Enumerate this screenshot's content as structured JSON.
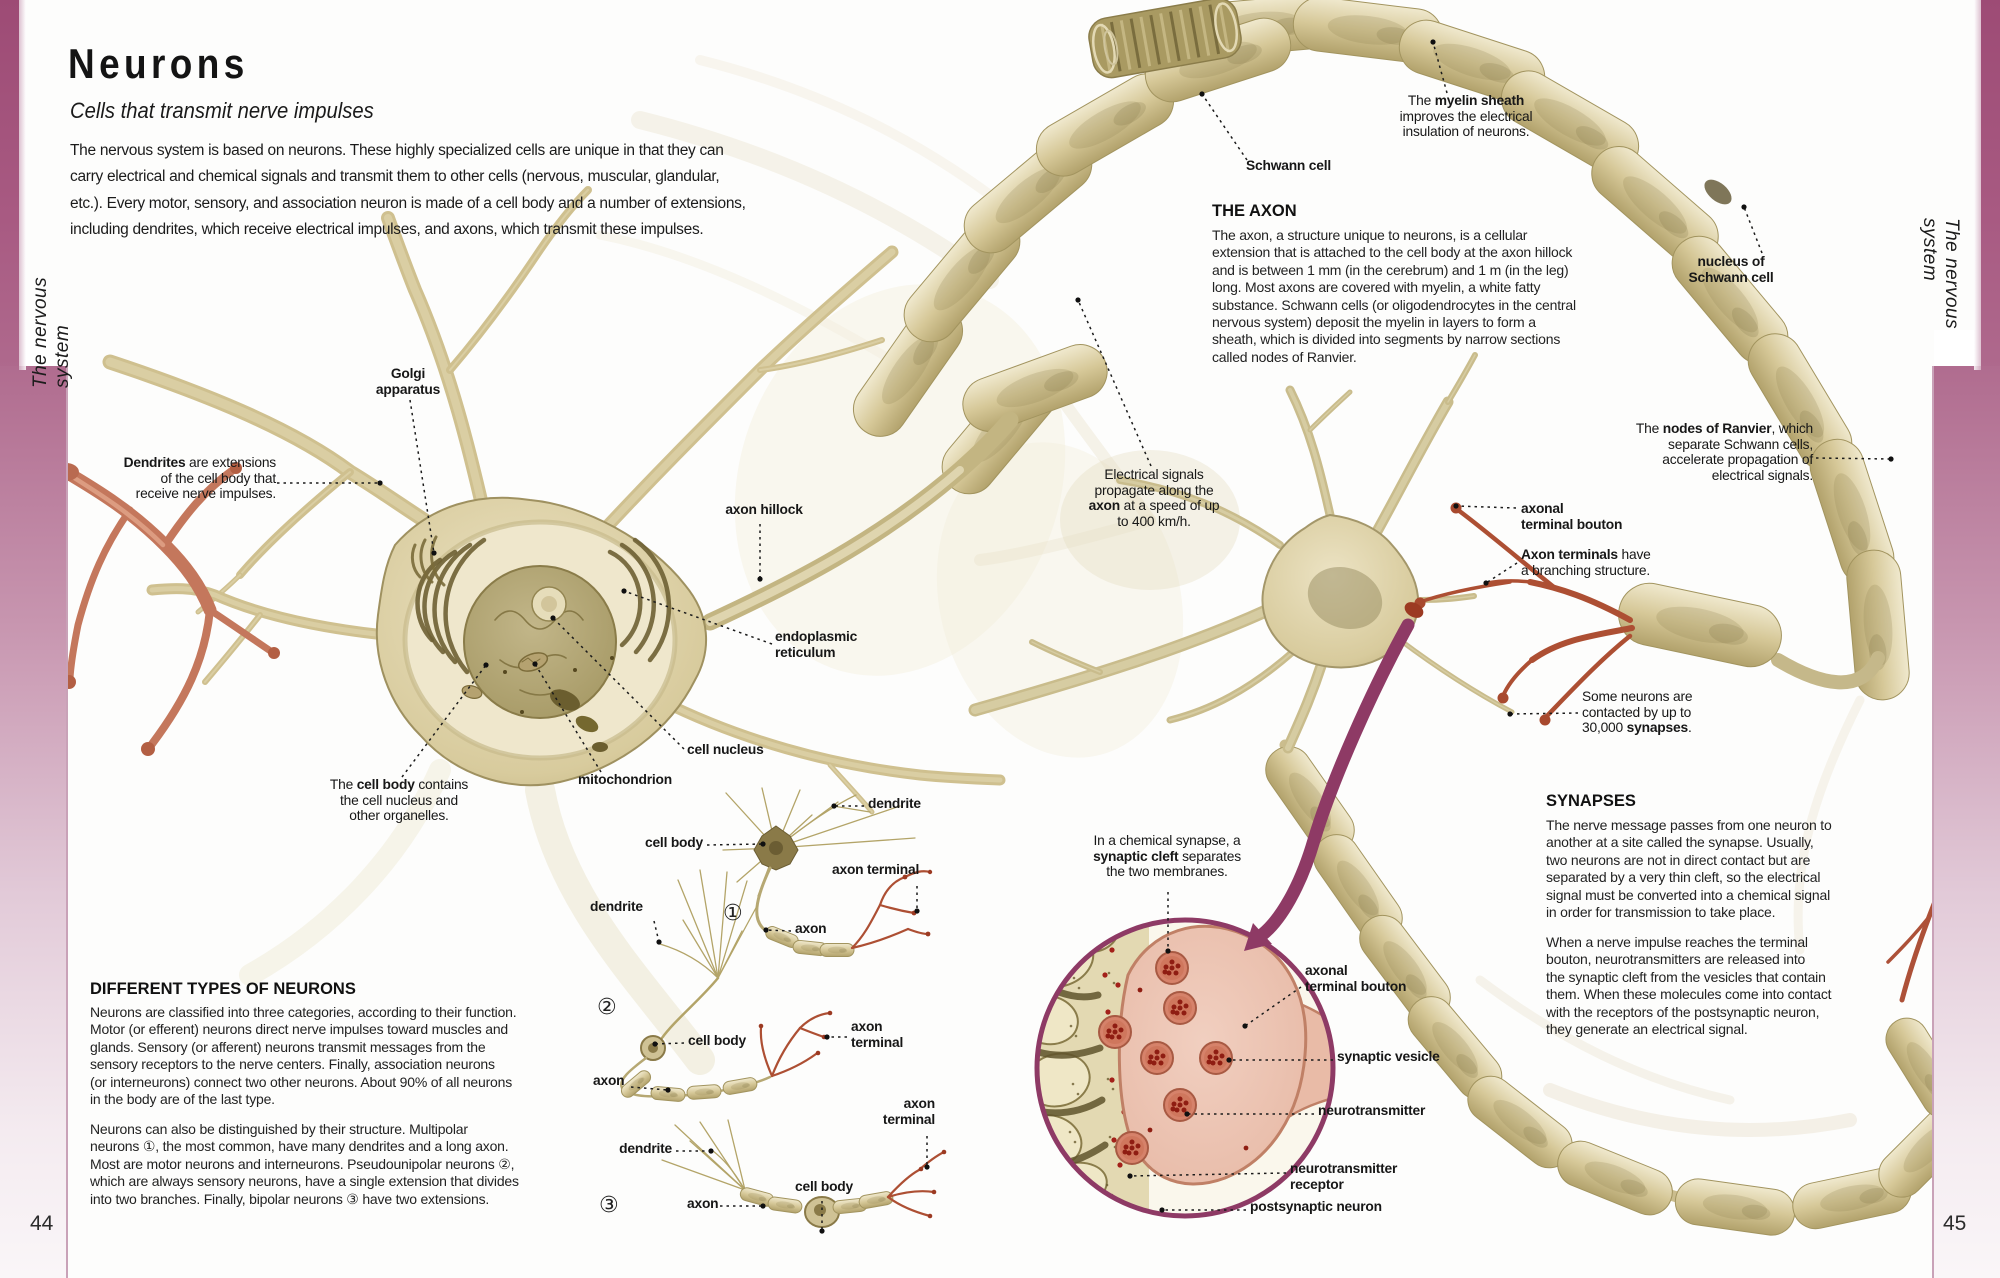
{
  "page": {
    "left_page_number": "44",
    "right_page_number": "45",
    "sidebar_left": "The nervous system",
    "sidebar_right": "The nervous system"
  },
  "header": {
    "title": "Neurons",
    "subtitle": "Cells that transmit nerve impulses",
    "intro": [
      "The nervous system is based on neurons. These highly specialized cells are unique in that they can",
      "carry electrical and chemical signals and transmit them to other cells (nervous, muscular, glandular,",
      "etc.). Every motor, sensory, and association neuron is made of a cell body and a number of extensions,",
      "including dendrites, which receive electrical impulses, and axons, which transmit these impulses."
    ]
  },
  "sections": {
    "axon": {
      "heading": "THE AXON",
      "body": [
        "The axon, a structure unique to neurons, is a cellular",
        "extension that is attached to the cell body at the axon hillock",
        "and is between 1 mm (in the cerebrum) and 1 m (in the leg)",
        "long. Most axons are covered with myelin, a white fatty",
        "substance. Schwann cells (or oligodendrocytes in the central",
        "nervous system) deposit the myelin in layers to form a",
        "sheath, which is divided into segments by narrow sections",
        "called nodes of Ranvier."
      ]
    },
    "synapses": {
      "heading": "SYNAPSES",
      "p1": [
        "The nerve message passes from one neuron to",
        "another at a site called the synapse. Usually,",
        "two neurons are not in direct contact but are",
        "separated by a very thin cleft, so the electrical",
        "signal must be converted into a chemical signal",
        "in order for transmission to take place."
      ],
      "p2": [
        "When a nerve impulse reaches the terminal",
        "bouton, neurotransmitters are released into",
        "the synaptic cleft from the vesicles that contain",
        "them. When these molecules come into contact",
        "with the receptors of the postsynaptic neuron,",
        "they generate an electrical signal."
      ]
    },
    "types": {
      "heading": "DIFFERENT TYPES OF NEURONS",
      "p1": [
        "Neurons are classified into three categories, according to their function.",
        "Motor (or efferent) neurons direct nerve impulses toward muscles and",
        "glands. Sensory (or afferent) neurons transmit messages from the",
        "sensory receptors to the nerve centers. Finally, association neurons",
        "(or interneurons) connect two other neurons. About 90% of all neurons",
        "in the body are of the last type."
      ],
      "p2": [
        "Neurons can also be distinguished by their structure. Multipolar",
        "neurons ①, the most common, have many dendrites and a long axon.",
        "Most are motor neurons and interneurons. Pseudounipolar neurons ②,",
        "which are always sensory neurons, have a single extension that divides",
        "into two branches. Finally, bipolar neurons ③ have two extensions."
      ],
      "num1": "①",
      "num2": "②",
      "num3": "③"
    }
  },
  "labels": {
    "golgi": {
      "lines": [
        [
          {
            "t": "Golgi",
            "b": 1
          }
        ],
        [
          {
            "t": "apparatus",
            "b": 1
          }
        ]
      ]
    },
    "dendrites": {
      "lines": [
        [
          {
            "t": "Dendrites",
            "b": 1
          },
          {
            "t": " are extensions",
            "b": 0
          }
        ],
        [
          {
            "t": "of the cell body that",
            "b": 0
          }
        ],
        [
          {
            "t": "receive nerve impulses.",
            "b": 0
          }
        ]
      ]
    },
    "axon_hillock": {
      "lines": [
        [
          {
            "t": "axon hillock",
            "b": 1
          }
        ]
      ]
    },
    "er": {
      "lines": [
        [
          {
            "t": "endoplasmic",
            "b": 1
          }
        ],
        [
          {
            "t": "reticulum",
            "b": 1
          }
        ]
      ]
    },
    "cell_nucleus": {
      "lines": [
        [
          {
            "t": "cell nucleus",
            "b": 1
          }
        ]
      ]
    },
    "mitochondrion": {
      "lines": [
        [
          {
            "t": "mitochondrion",
            "b": 1
          }
        ]
      ]
    },
    "cell_body_note": {
      "lines": [
        [
          {
            "t": "The ",
            "b": 0
          },
          {
            "t": "cell body",
            "b": 1
          },
          {
            "t": " contains",
            "b": 0
          }
        ],
        [
          {
            "t": "the cell nucleus and",
            "b": 0
          }
        ],
        [
          {
            "t": "other organelles.",
            "b": 0
          }
        ]
      ]
    },
    "schwann_cell": {
      "lines": [
        [
          {
            "t": "Schwann cell",
            "b": 1
          }
        ]
      ]
    },
    "myelin_sheath": {
      "lines": [
        [
          {
            "t": "The ",
            "b": 0
          },
          {
            "t": "myelin sheath",
            "b": 1
          }
        ],
        [
          {
            "t": "improves the electrical",
            "b": 0
          }
        ],
        [
          {
            "t": "insulation of neurons.",
            "b": 0
          }
        ]
      ]
    },
    "nucleus_schwann": {
      "lines": [
        [
          {
            "t": "nucleus of",
            "b": 1
          }
        ],
        [
          {
            "t": "Schwann cell",
            "b": 1
          }
        ]
      ]
    },
    "nodes_ranvier": {
      "lines": [
        [
          {
            "t": "The ",
            "b": 0
          },
          {
            "t": "nodes of Ranvier",
            "b": 1
          },
          {
            "t": ", which",
            "b": 0
          }
        ],
        [
          {
            "t": "separate Schwann cells,",
            "b": 0
          }
        ],
        [
          {
            "t": "accelerate propagation of",
            "b": 0
          }
        ],
        [
          {
            "t": "electrical signals.",
            "b": 0
          }
        ]
      ]
    },
    "electrical_signals": {
      "lines": [
        [
          {
            "t": "Electrical signals",
            "b": 0
          }
        ],
        [
          {
            "t": "propagate along the",
            "b": 0
          }
        ],
        [
          {
            "t": "axon",
            "b": 1
          },
          {
            "t": " at a speed of up",
            "b": 0
          }
        ],
        [
          {
            "t": "to 400 km/h.",
            "b": 0
          }
        ]
      ]
    },
    "atb_right": {
      "lines": [
        [
          {
            "t": "axonal",
            "b": 1
          }
        ],
        [
          {
            "t": "terminal bouton",
            "b": 1
          }
        ]
      ]
    },
    "axon_terminals": {
      "lines": [
        [
          {
            "t": "Axon terminals",
            "b": 1
          },
          {
            "t": " have",
            "b": 0
          }
        ],
        [
          {
            "t": "a branching structure.",
            "b": 0
          }
        ]
      ]
    },
    "some_neurons": {
      "lines": [
        [
          {
            "t": "Some neurons are",
            "b": 0
          }
        ],
        [
          {
            "t": "contacted by up to",
            "b": 0
          }
        ],
        [
          {
            "t": "30,000 ",
            "b": 0
          },
          {
            "t": "synapses",
            "b": 1
          },
          {
            "t": ".",
            "b": 0
          }
        ]
      ]
    },
    "chem_synapse": {
      "lines": [
        [
          {
            "t": "In a chemical synapse, a",
            "b": 0
          }
        ],
        [
          {
            "t": "synaptic cleft",
            "b": 1
          },
          {
            "t": " separates",
            "b": 0
          }
        ],
        [
          {
            "t": "the two membranes.",
            "b": 0
          }
        ]
      ]
    },
    "atb_inset": {
      "lines": [
        [
          {
            "t": "axonal",
            "b": 1
          }
        ],
        [
          {
            "t": "terminal bouton",
            "b": 1
          }
        ]
      ]
    },
    "synaptic_vesicle": {
      "lines": [
        [
          {
            "t": "synaptic vesicle",
            "b": 1
          }
        ]
      ]
    },
    "neurotransmitter": {
      "lines": [
        [
          {
            "t": "neurotransmitter",
            "b": 1
          }
        ]
      ]
    },
    "nt_receptor": {
      "lines": [
        [
          {
            "t": "neurotransmitter",
            "b": 1
          }
        ],
        [
          {
            "t": "receptor",
            "b": 1
          }
        ]
      ]
    },
    "postsynaptic": {
      "lines": [
        [
          {
            "t": "postsynaptic neuron",
            "b": 1
          }
        ]
      ]
    },
    "d1_dendrite": {
      "lines": [
        [
          {
            "t": "dendrite",
            "b": 1
          }
        ]
      ]
    },
    "d1_cellbody": {
      "lines": [
        [
          {
            "t": "cell body",
            "b": 1
          }
        ]
      ]
    },
    "d1_axonterminal": {
      "lines": [
        [
          {
            "t": "axon terminal",
            "b": 1
          }
        ]
      ]
    },
    "d1_axon": {
      "lines": [
        [
          {
            "t": "axon",
            "b": 1
          }
        ]
      ]
    },
    "d2_dendrite": {
      "lines": [
        [
          {
            "t": "dendrite",
            "b": 1
          }
        ]
      ]
    },
    "d2_cellbody": {
      "lines": [
        [
          {
            "t": "cell body",
            "b": 1
          }
        ]
      ]
    },
    "d2_axonterminal": {
      "lines": [
        [
          {
            "t": "axon",
            "b": 1
          }
        ],
        [
          {
            "t": "terminal",
            "b": 1
          }
        ]
      ]
    },
    "d2_axon": {
      "lines": [
        [
          {
            "t": "axon",
            "b": 1
          }
        ]
      ]
    },
    "d3_dendrite": {
      "lines": [
        [
          {
            "t": "dendrite",
            "b": 1
          }
        ]
      ]
    },
    "d3_cellbody": {
      "lines": [
        [
          {
            "t": "cell body",
            "b": 1
          }
        ]
      ]
    },
    "d3_axonterminal": {
      "lines": [
        [
          {
            "t": "axon",
            "b": 1
          }
        ],
        [
          {
            "t": "terminal",
            "b": 1
          }
        ]
      ]
    },
    "d3_axon": {
      "lines": [
        [
          {
            "t": "axon",
            "b": 1
          }
        ]
      ]
    }
  },
  "colors": {
    "accent_mauve": "#8e3a65",
    "tab_pink": "#a85880",
    "neuron_khaki": "#cfc193",
    "axon_terminal_red": "#ad4f33",
    "bouton_flesh": "#e9bfae",
    "label_text": "#1b1b1b"
  }
}
